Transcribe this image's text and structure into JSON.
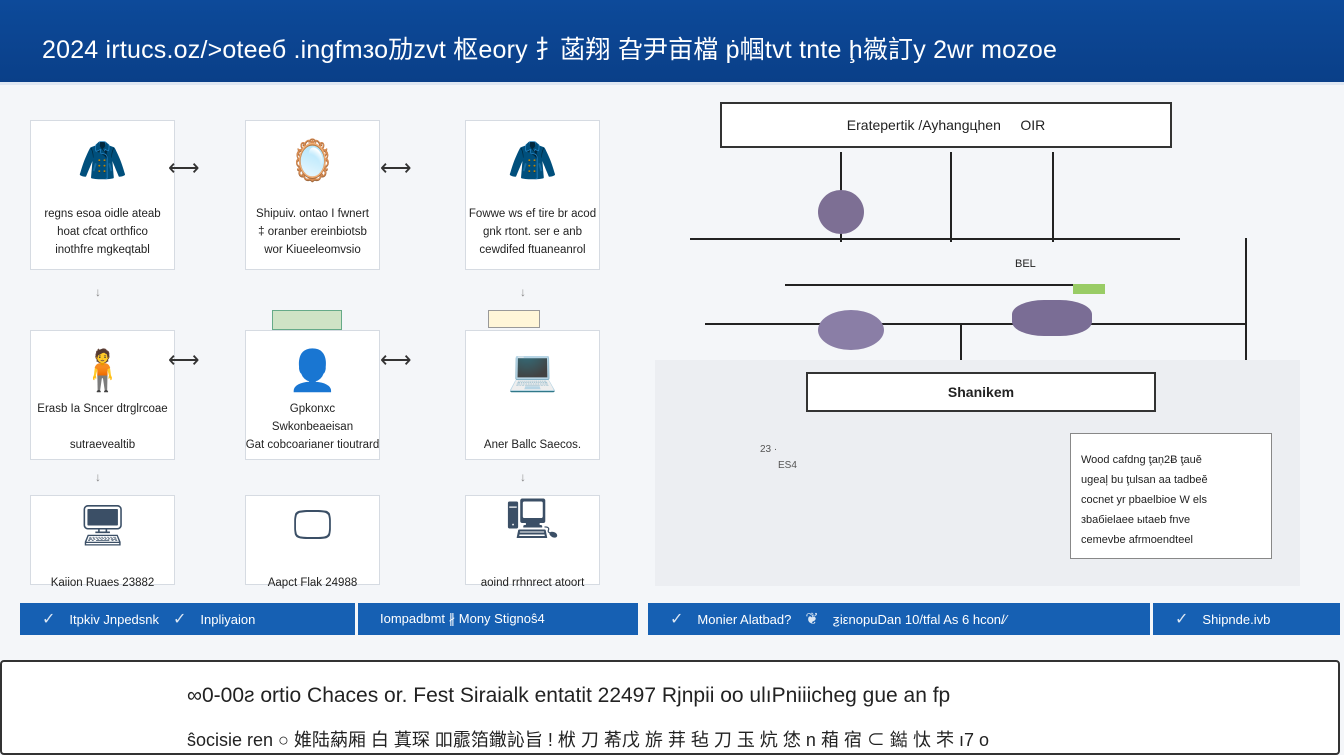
{
  "header": {
    "title": "2024  irtucs.oz/˃oteeб .ingfmзо劢zvt 枢eory 扌菡翔 旮尹亩檔 ṗ帼tvt tnte ḩ嶶訂y 2wr mozoe"
  },
  "flow": {
    "cards": [
      {
        "icon": "person-jacket-icon",
        "text": [
          "regns esoa oidle ateab",
          "hoat cfcat orthfico",
          "inothfre mgkeqtabl"
        ]
      },
      {
        "icon": "person-mirror-icon",
        "text": [
          "Shipuiv. ontao I fwnert",
          "‡ oranber ereinbiotsb",
          "wor Kiueeleomvsio"
        ]
      },
      {
        "icon": "jacket-icon",
        "text": [
          "Fowwe ws ef tire br acod",
          "gnk rtont. ser e anb",
          "cewdifed ftuaneanrol"
        ]
      },
      {
        "icon": "person-coat-icon",
        "text": [
          "Erasb Ia Sncer dtrglrcoae",
          "",
          "sutraevealtib"
        ]
      },
      {
        "icon": "person-fitting-icon",
        "text": [
          "Gpkonxc",
          "Swkonbeaeisan",
          "Gat cobcoarianer tioutrard"
        ]
      },
      {
        "icon": "laptop-icon",
        "text": [
          "",
          "",
          "Aner Ballc Saecos."
        ]
      },
      {
        "icon": "monitor-icon",
        "text": [
          "",
          "",
          "Kaiion Ruaes 23882"
        ]
      },
      {
        "icon": "display-icon",
        "text": [
          "",
          "",
          "Aapct Flak 24988"
        ]
      },
      {
        "icon": "terminal-icon",
        "text": [
          "",
          "",
          "aoind rrhnrect atoort"
        ]
      }
    ]
  },
  "diagram": {
    "top_box": "Eratepertik /Ayhangцhen",
    "top_box_suffix": "OIR",
    "mid_box": "Shanikem",
    "label_small": "BEL",
    "map_labels": [
      "23 ·",
      "ES4"
    ],
    "info_box": [
      "Wood cafdng ţaņ2Ƀ ţauĕ",
      "ugeaļ bu ţulsan aa tadbeĕ",
      "cocnet yr pbaelbioe W els",
      "зbабіеlаеe ыtаеb fnve",
      "cemevbe afrmoendteel"
    ]
  },
  "actions": [
    {
      "items": [
        "Itpkiv Jnpedsnk",
        "Inpliyaion"
      ]
    },
    {
      "items": [
        "Iompadbmt  ∦ Mony  Stignoŝ4"
      ]
    },
    {
      "items": [
        "Monier Alatbad?",
        "ƺiεnopuDan 10/tfal As 6 hcon/⁄"
      ]
    },
    {
      "items": [
        "Shipnde.ivb"
      ]
    }
  ],
  "footer": {
    "line1": "∞0-00ƨ ortio Chaces or. Fest Siraialk entatit 22497 Rjnpii oo ulıPniiicheg gue an fp",
    "line2": "ŝocisie ren  ○ 婎陆蒳厢 白 蒖琛 吅霢箔鏾訫旨 ǃ 栿 刀 莃戊 旂 荓 毡 刀 玉 炕 恷 n  葙 宿   ⊂  鐑 忲 芣  ı7   o"
  }
}
